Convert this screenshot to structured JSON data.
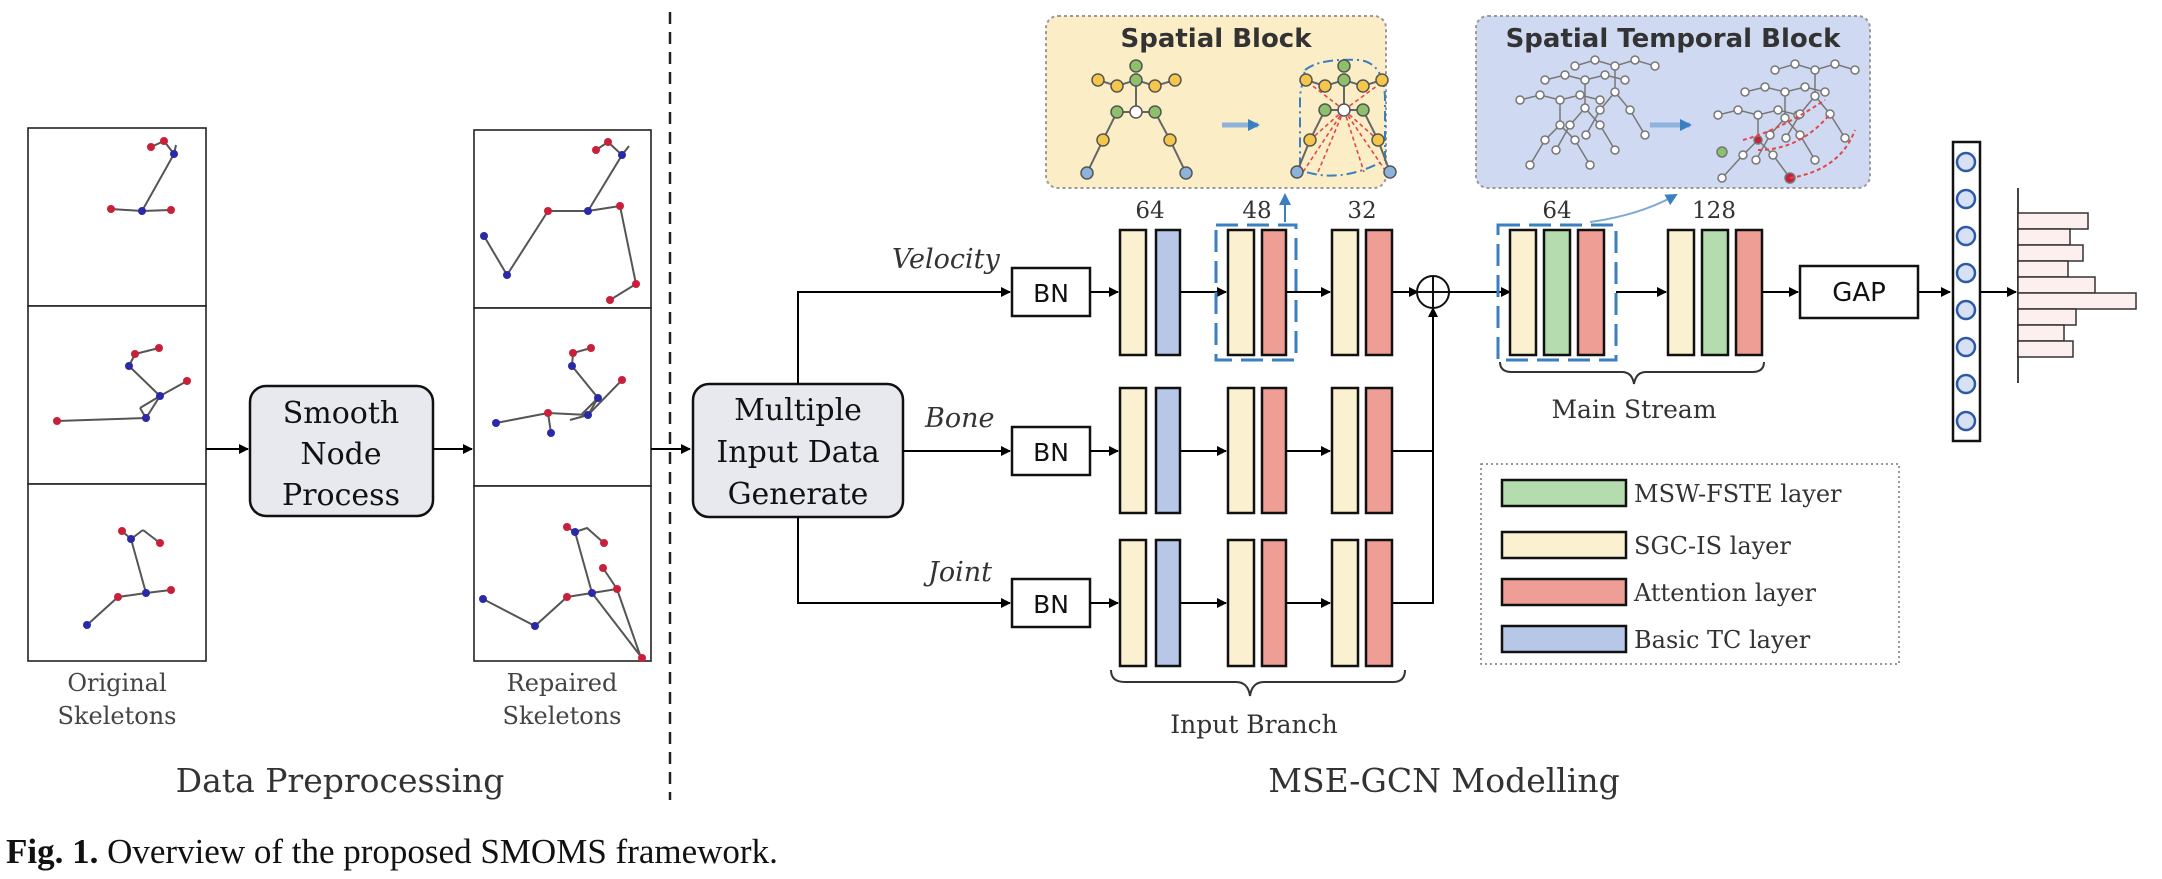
{
  "preprocessing": {
    "original_label_1": "Original",
    "original_label_2": "Skeletons",
    "repaired_label_1": "Repaired",
    "repaired_label_2": "Skeletons",
    "smooth_line_1": "Smooth",
    "smooth_line_2": "Node",
    "smooth_line_3": "Process",
    "section_title": "Data Preprocessing"
  },
  "generator": {
    "line_1": "Multiple",
    "line_2": "Input Data",
    "line_3": "Generate"
  },
  "branches": {
    "velocity": "Velocity",
    "bone": "Bone",
    "joint": "Joint",
    "bn": "BN",
    "input_branch_label": "Input Branch"
  },
  "channels": {
    "c64_a": "64",
    "c48": "48",
    "c32": "32",
    "c64_b": "64",
    "c128": "128"
  },
  "blocks": {
    "spatial_title": "Spatial Block",
    "spatial_temporal_title": "Spatial Temporal Block"
  },
  "main_stream": {
    "label": "Main Stream",
    "gap": "GAP"
  },
  "legend": {
    "msw": "MSW-FSTE  layer",
    "sgc": "SGC-IS layer",
    "attention": "Attention  layer",
    "basic_tc": "Basic TC layer"
  },
  "modelling_title": "MSE-GCN Modelling",
  "caption": {
    "bold": "Fig. 1.",
    "text": " Overview of the proposed SMOMS framework."
  },
  "colors": {
    "sgc": "#fbf1d0",
    "attention": "#ee9e94",
    "basic_tc": "#b7c7e8",
    "msw": "#b5dcae",
    "spatial_bg": "#fbeec7",
    "spatial_temporal_bg": "#cfdaf2",
    "process_box": "#e7e9ee",
    "dashed_blue": "#3a7fc1"
  }
}
